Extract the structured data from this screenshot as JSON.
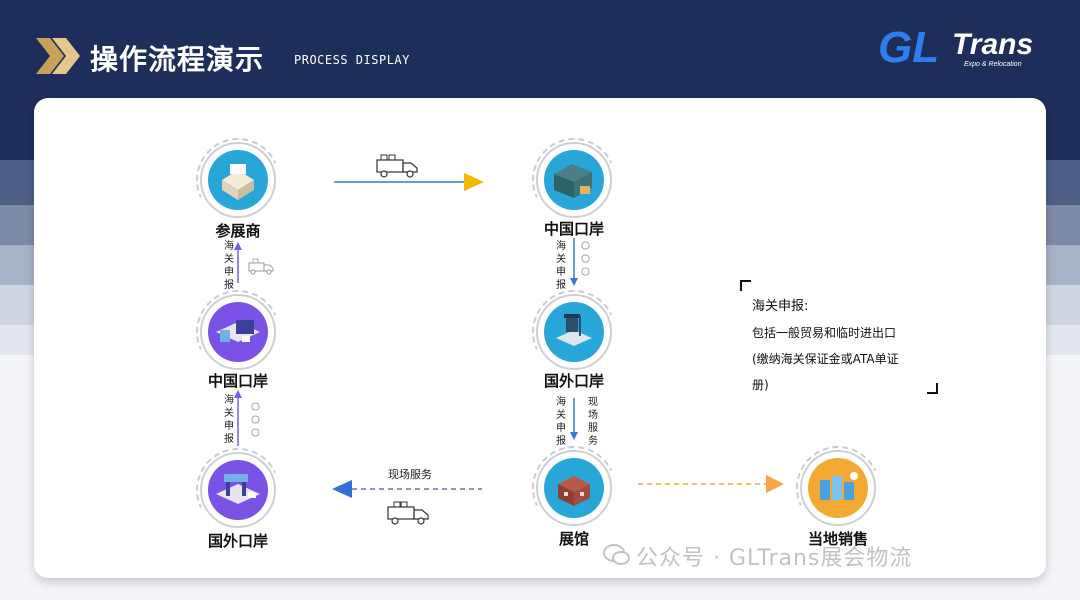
{
  "header": {
    "title": "操作流程演示",
    "subtitle": "PROCESS DISPLAY",
    "logo_text": "GLTrans",
    "logo_sub": "Expo & Relocation"
  },
  "nodes": {
    "exhibitor": "参展商",
    "cn_port_top": "中国口岸",
    "cn_port_left": "中国口岸",
    "foreign_port_mid": "国外口岸",
    "foreign_port_left": "国外口岸",
    "venue": "展馆",
    "local_sales": "当地销售"
  },
  "edges": {
    "customs_left_top": "海关申报",
    "customs_left_bottom": "海关申报",
    "customs_mid": "海关申报",
    "site_service_mid": "现场服务",
    "site_service_bottom": "现场服务"
  },
  "note": {
    "line1": "海关申报:",
    "line2": "包括一般贸易和临时进出口",
    "line3": "(缴纳海关保证金或ATA单证",
    "line4": "册)"
  },
  "watermark": "公众号 · GLTrans展会物流",
  "colors": {
    "navy": "#1d2e5b",
    "accent_gold": "#f5b800",
    "arrow_blue": "#2f6fd6",
    "arrow_purple": "#7b5be0",
    "arrow_orange": "#f6a540"
  }
}
